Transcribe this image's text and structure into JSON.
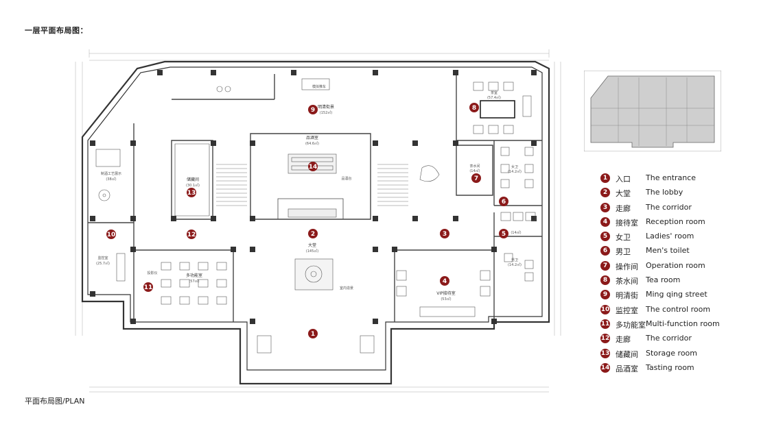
{
  "title": "一层平面布局图：",
  "caption": "平面布局图/PLAN",
  "legend": [
    {
      "num": "1",
      "cn": "入口",
      "en": "The entrance"
    },
    {
      "num": "2",
      "cn": "大堂",
      "en": "The lobby"
    },
    {
      "num": "3",
      "cn": "走廊",
      "en": "The corridor"
    },
    {
      "num": "4",
      "cn": "接待室",
      "en": "Reception room"
    },
    {
      "num": "5",
      "cn": "女卫",
      "en": "Ladies' room"
    },
    {
      "num": "6",
      "cn": "男卫",
      "en": "Men's toilet"
    },
    {
      "num": "7",
      "cn": "操作间",
      "en": "Operation room"
    },
    {
      "num": "8",
      "cn": "茶水间",
      "en": "Tea room"
    },
    {
      "num": "9",
      "cn": "明清街",
      "en": "Ming qing street"
    },
    {
      "num": "10",
      "cn": "监控室",
      "en": "The control room"
    },
    {
      "num": "11",
      "cn": "多功能室",
      "en": "Multi-function room"
    },
    {
      "num": "12",
      "cn": "走廊",
      "en": "The corridor"
    },
    {
      "num": "13",
      "cn": "储藏间",
      "en": "Storage room"
    },
    {
      "num": "14",
      "cn": "品酒室",
      "en": "Tasting room"
    }
  ],
  "rooms": {
    "street": "明清街景",
    "street_area": "(152㎡)",
    "tasting": "品酒室",
    "tasting_area": "(64.6㎡)",
    "bar": "品酒台",
    "storage": "储藏间",
    "storage_area": "(30.1㎡)",
    "lobby": "大堂",
    "lobby_area": "(145㎡)",
    "indoor": "室内造景",
    "vip": "VIP接待室",
    "vip_area": "(53㎡)",
    "multi": "多功能室",
    "multi_area": "(57㎡)",
    "projector": "投影仪",
    "control": "监控室",
    "control_area": "(25.7㎡)",
    "craft": "制酒工艺展示",
    "craft_area": "(38㎡)",
    "tea": "茶室",
    "tea_area": "(57.4㎡)",
    "water": "茶水间",
    "water_area": "(14㎡)",
    "women": "女卫",
    "women_area": "(14.2㎡)",
    "men": "男卫",
    "men_area": "(14.2㎡)",
    "hall_small": "(14㎡)",
    "carriage": "模拟推车"
  }
}
